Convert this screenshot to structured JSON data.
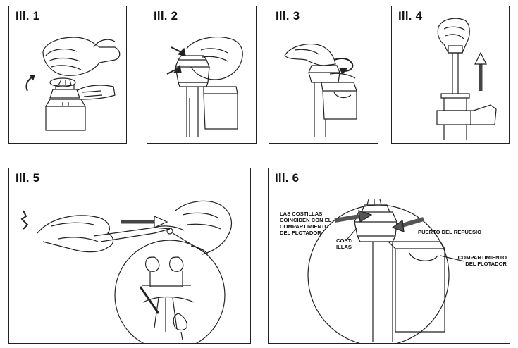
{
  "panels": [
    {
      "title": "Ill. 1"
    },
    {
      "title": "Ill. 2"
    },
    {
      "title": "Ill. 3"
    },
    {
      "title": "Ill. 4"
    },
    {
      "title": "Ill. 5"
    },
    {
      "title": "Ill. 6"
    }
  ],
  "callouts": {
    "ribs_align": [
      "LAS COSTILLAS",
      "COINCIDEN CON EL",
      "COMPARTIMIENTO",
      "DEL FLOTADOR"
    ],
    "ribs": [
      "COST-",
      "ILLAS"
    ],
    "refill_port": "PUERTO DEL REPUESIO",
    "float_compartment": [
      "COMPARTIMIENTO",
      "DEL FLOTADOR"
    ]
  },
  "icons": [
    "hand",
    "float-cup",
    "valve-cap",
    "pliers",
    "arrow-up",
    "arrow-right",
    "rotate-arrow"
  ],
  "colors": {
    "ink": "#222222",
    "paper": "#ffffff"
  }
}
